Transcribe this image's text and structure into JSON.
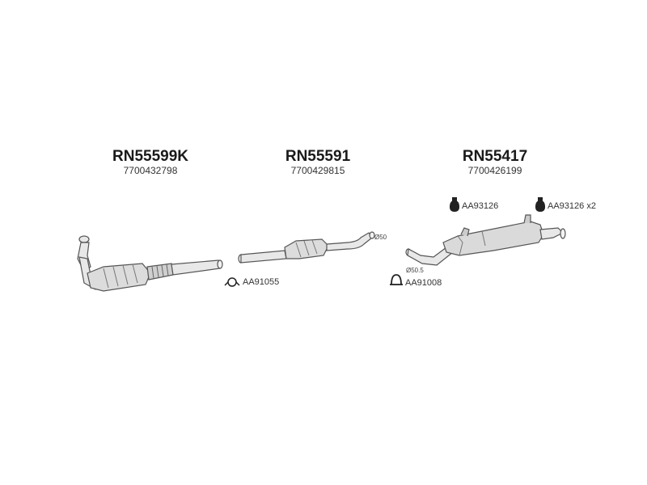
{
  "groups": [
    {
      "code": "RN55599K",
      "ref": "7700432798"
    },
    {
      "code": "RN55591",
      "ref": "7700429815"
    },
    {
      "code": "RN55417",
      "ref": "7700426199"
    }
  ],
  "accessories": {
    "clamp_1": "AA91055",
    "clamp_2": "AA91008",
    "hanger_1": "AA93126",
    "hanger_2": "AA93126 x2"
  },
  "diameters": {
    "mid_pipe": "Ø50",
    "rear_inlet": "Ø50.5"
  }
}
